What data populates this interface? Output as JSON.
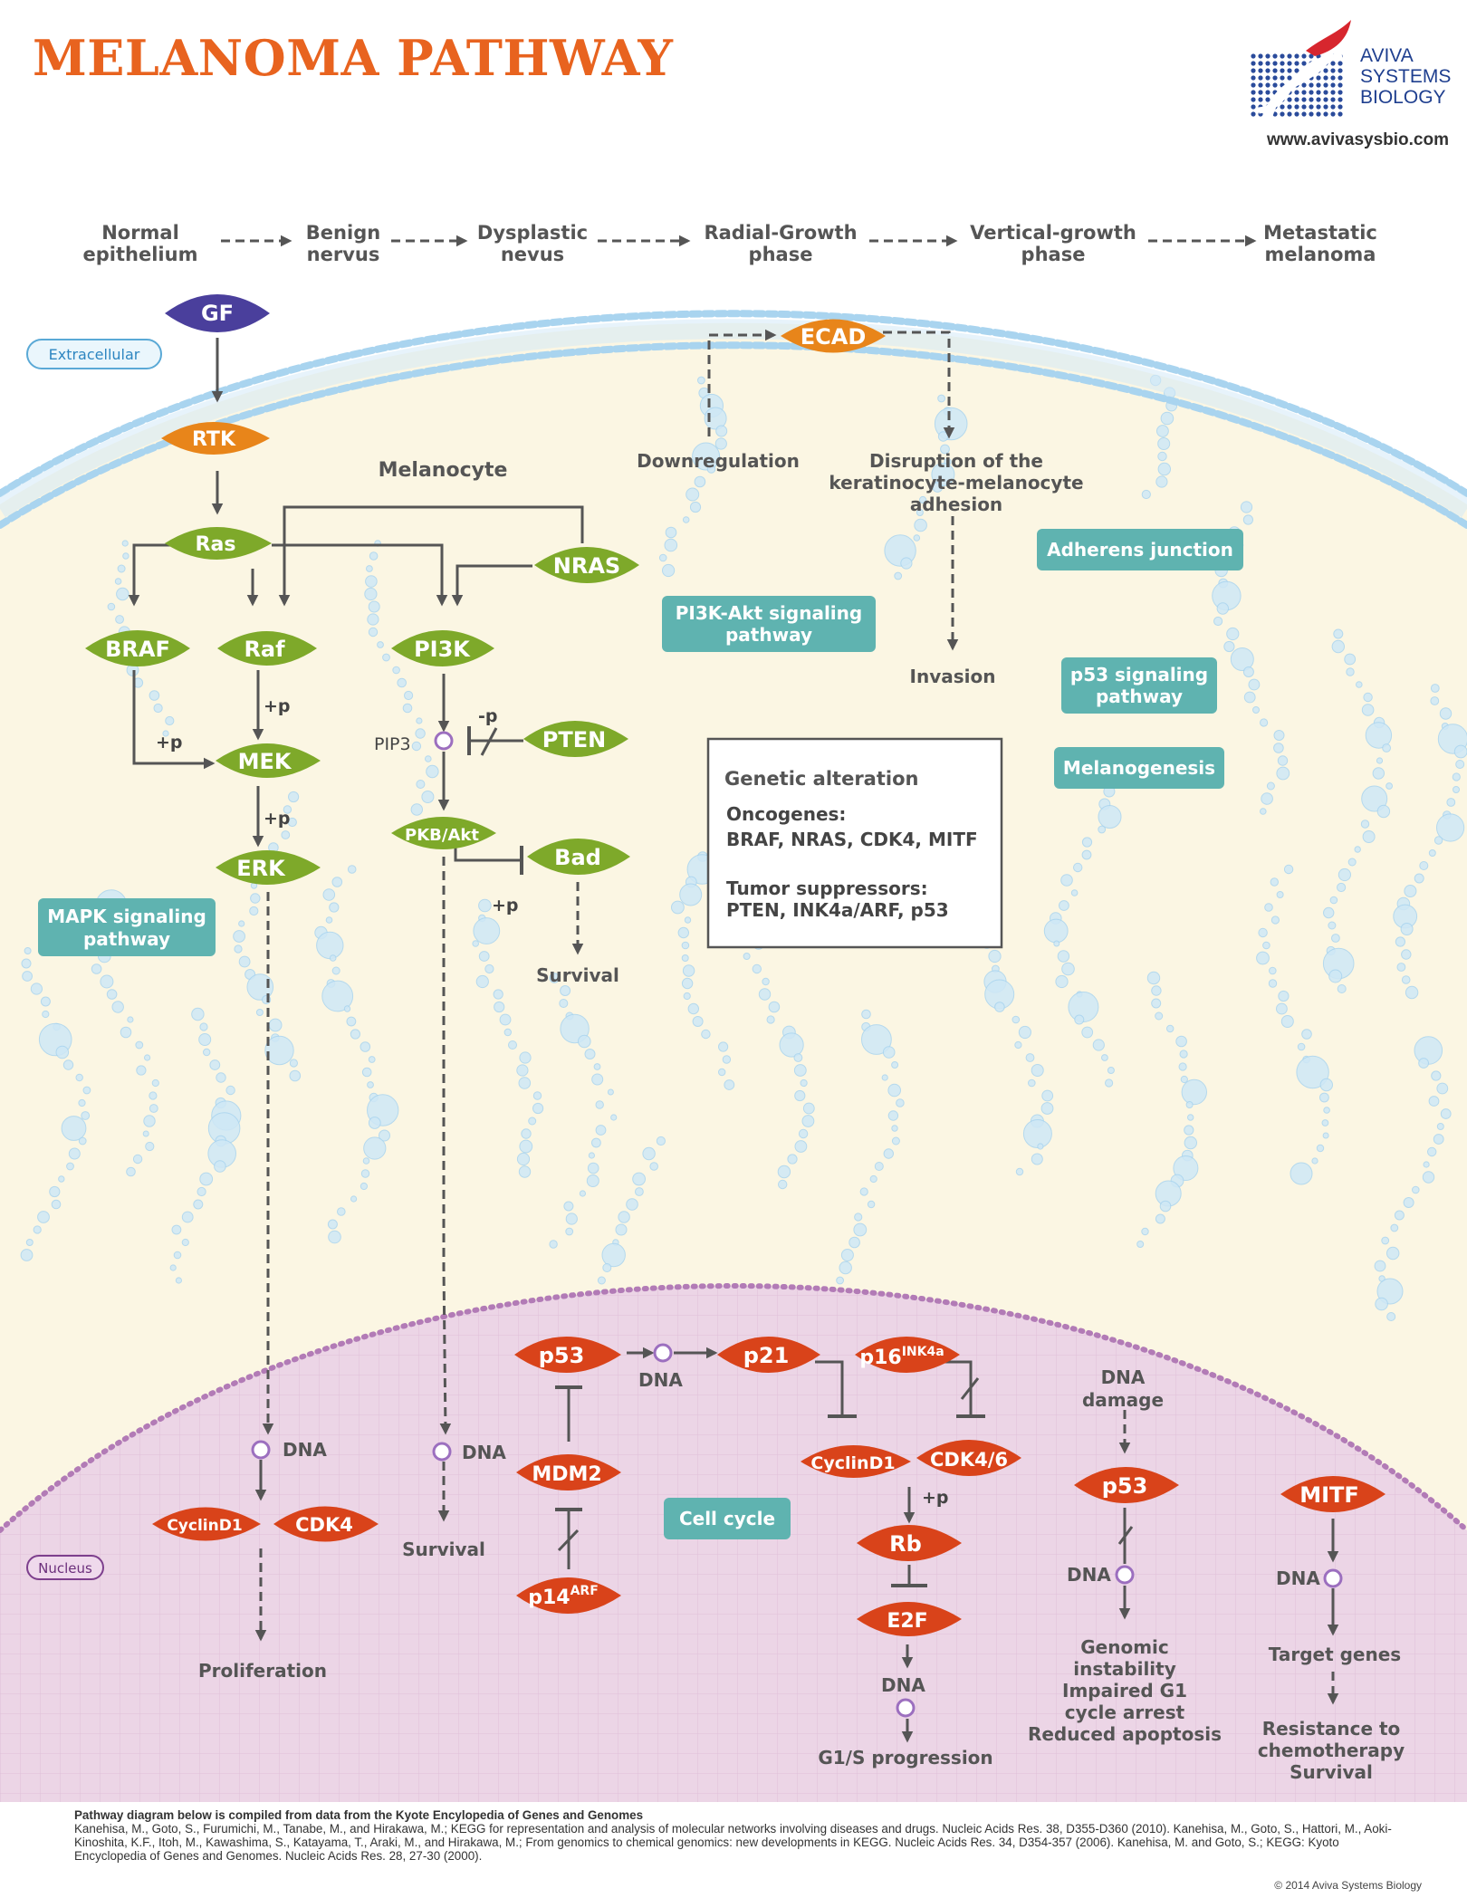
{
  "title": "MELANOMA PATHWAY",
  "brand": {
    "lines": [
      "AVIVA",
      "SYSTEMS",
      "BIOLOGY"
    ],
    "url": "www.avivasysbio.com"
  },
  "stages": [
    {
      "id": "normal",
      "lines": [
        "Normal",
        "epithelium"
      ]
    },
    {
      "id": "benign",
      "lines": [
        "Benign",
        "nervus"
      ]
    },
    {
      "id": "dysplastic",
      "lines": [
        "Dysplastic",
        "nevus"
      ]
    },
    {
      "id": "radial",
      "lines": [
        "Radial-Growth",
        "phase"
      ]
    },
    {
      "id": "vertical",
      "lines": [
        "Vertical-growth",
        "phase"
      ]
    },
    {
      "id": "metastatic",
      "lines": [
        "Metastatic",
        "melanoma"
      ]
    }
  ],
  "compartments": {
    "extracellular": "Extracellular",
    "nucleus": "Nucleus",
    "cell": "Melanocyte"
  },
  "nodes": {
    "gf": "GF",
    "rtk": "RTK",
    "ecad": "ECAD",
    "ras": "Ras",
    "nras": "NRAS",
    "braf": "BRAF",
    "raf": "Raf",
    "pi3k": "PI3K",
    "mek": "MEK",
    "erk": "ERK",
    "pten": "PTEN",
    "pkb": "PKB/Akt",
    "bad": "Bad",
    "p53a": "p53",
    "p21": "p21",
    "p16": {
      "base": "p16",
      "sup": "INK4a"
    },
    "mdm2": "MDM2",
    "p14": {
      "base": "p14",
      "sup": "ARF"
    },
    "cyclin_n": "CyclinD1",
    "cdk4_n": "CDK4",
    "cyclin_c": "CyclinD1",
    "cdk46": "CDK4/6",
    "rb": "Rb",
    "e2f": "E2F",
    "p53b": "p53",
    "mitf": "MITF"
  },
  "pathway_boxes": {
    "adherens": [
      "Adherens junction"
    ],
    "pi3k_akt": [
      "PI3K-Akt signaling",
      "pathway"
    ],
    "p53_sig": [
      "p53 signaling",
      "pathway"
    ],
    "melanogenesis": [
      "Melanogenesis"
    ],
    "mapk": [
      "MAPK signaling",
      "pathway"
    ],
    "cell_cycle": [
      "Cell cycle"
    ]
  },
  "labels": {
    "plus_p": "+p",
    "minus_p": "-p",
    "pip3": "PIP3",
    "dna": "DNA",
    "downregulation": "Downregulation",
    "disruption": [
      "Disruption of the",
      "keratinocyte-melanocyte",
      "adhesion"
    ],
    "invasion": "Invasion",
    "survival": "Survival",
    "proliferation": "Proliferation",
    "dna_damage": [
      "DNA",
      "damage"
    ],
    "genomic": [
      "Genomic",
      "instability",
      "Impaired G1",
      "cycle arrest",
      "Reduced apoptosis"
    ],
    "g1s": "G1/S progression",
    "target_genes": "Target genes",
    "resistance": [
      "Resistance to",
      "chemotherapy",
      "Survival"
    ]
  },
  "genetic_alteration": {
    "heading": "Genetic alteration",
    "oncogenes_label": "Oncogenes:",
    "oncogenes": "BRAF, NRAS, CDK4, MITF",
    "suppressors_label": "Tumor suppressors:",
    "suppressors": "PTEN, INK4a/ARF, p53"
  },
  "footer": {
    "heading": "Pathway diagram below is compiled from data from the Kyote Encylopedia of Genes and Genomes",
    "text": "Kanehisa, M., Goto, S., Furumichi, M., Tanabe, M., and Hirakawa, M.; KEGG for representation and analysis of molecular networks involving diseases and drugs. Nucleic Acids Res. 38, D355-D360 (2010). Kanehisa, M., Goto, S., Hattori, M., Aoki-Kinoshita, K.F., Itoh, M., Kawashima, S., Katayama, T., Araki, M., and Hirakawa, M.; From genomics to chemical genomics: new developments in KEGG. Nucleic Acids Res. 34, D354-357 (2006).  Kanehisa, M. and Goto, S.; KEGG: Kyoto Encyclopedia of Genes and Genomes. Nucleic Acids Res. 28, 27-30 (2000).",
    "copyright": "© 2014 Aviva Systems Biology"
  },
  "colors": {
    "title": "#e8631f",
    "green": "#7ea92a",
    "orange": "#e8851a",
    "purple": "#4a3f9c",
    "nucleus_red": "#d9431a",
    "teal": "#5fb3b0",
    "cytoplasm": "#fbf6e3",
    "nucleus_fill": "#ecd5e6",
    "membrane_blue": "#a9d4ef",
    "nuclear_membrane": "#b27bb6"
  }
}
